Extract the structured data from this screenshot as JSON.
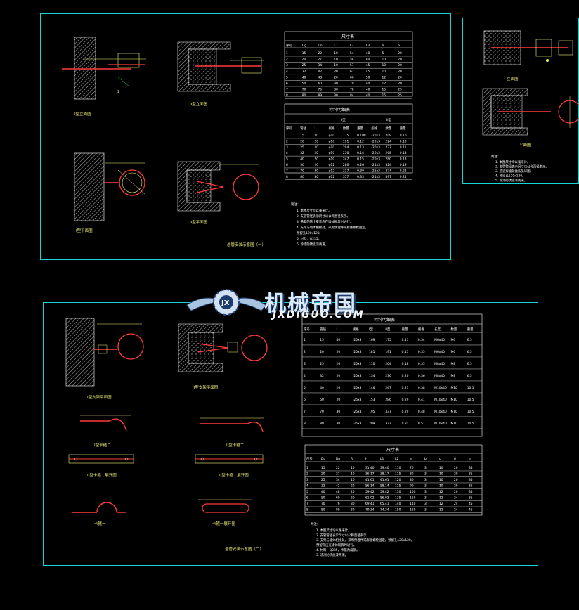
{
  "watermark": {
    "name": "机械帝国",
    "url": "JXDIGUO.COM"
  },
  "sheet1": {
    "views": [
      {
        "label": "I型立面图"
      },
      {
        "label": "II型立面图"
      },
      {
        "label": "I型平面图"
      },
      {
        "label": "II型平面图"
      }
    ],
    "title": "悬管安装示意图（一）",
    "table1": {
      "title": "尺寸表",
      "headers": [
        "序号",
        "Dg",
        "Dn",
        "L1",
        "L2",
        "L3",
        "a",
        "b"
      ],
      "rows": [
        [
          "1",
          "15",
          "22",
          "10",
          "54",
          "40",
          "5",
          "20"
        ],
        [
          "2",
          "20",
          "27",
          "10",
          "54",
          "40",
          "10",
          "20"
        ],
        [
          "3",
          "25",
          "34",
          "10",
          "57",
          "45",
          "10",
          "20"
        ],
        [
          "4",
          "32",
          "42",
          "20",
          "62",
          "45",
          "10",
          "20"
        ],
        [
          "5",
          "40",
          "48",
          "20",
          "66",
          "50",
          "12",
          "20"
        ],
        [
          "6",
          "50",
          "60",
          "30",
          "70",
          "40",
          "12",
          "20"
        ],
        [
          "7",
          "70",
          "76",
          "30",
          "78",
          "40",
          "15",
          "25"
        ],
        [
          "8",
          "80",
          "89",
          "30",
          "84",
          "40",
          "15",
          "25"
        ]
      ]
    },
    "table2": {
      "title": "材料明细表",
      "group1": "I型",
      "group2": "II型",
      "headers": [
        "序号",
        "管径",
        "L",
        "规格",
        "数量",
        "重量",
        "规格",
        "数量",
        "重量"
      ],
      "rows": [
        [
          "1",
          "15",
          "20",
          "φ10",
          "175",
          "0.108",
          "-20x3",
          "209",
          "0.10"
        ],
        [
          "2",
          "20",
          "20",
          "φ10",
          "191",
          "0.12",
          "-20x3",
          "224",
          "0.10"
        ],
        [
          "3",
          "25",
          "20",
          "φ10",
          "204",
          "0.13",
          "-20x3",
          "237",
          "0.11"
        ],
        [
          "4",
          "32",
          "20",
          "φ10",
          "236",
          "0.14",
          "-20x3",
          "268",
          "0.13"
        ],
        [
          "5",
          "40",
          "20",
          "φ10",
          "247",
          "0.15",
          "-20x3",
          "280",
          "0.13"
        ],
        [
          "6",
          "50",
          "20",
          "φ12",
          "286",
          "0.26",
          "-25x3",
          "324",
          "0.19"
        ],
        [
          "7",
          "70",
          "30",
          "φ12",
          "337",
          "0.30",
          "-25x3",
          "374",
          "0.22"
        ],
        [
          "8",
          "80",
          "30",
          "φ12",
          "377",
          "0.33",
          "-25x3",
          "397",
          "0.24"
        ]
      ]
    },
    "notes_title": "附注：",
    "notes": [
      "1. 本图尺寸均以毫米计。",
      "2. 支管管径表示尺寸以公称直径表示。",
      "3. 悬臂的管卡安装应在墙体砌筑时进行。",
      "4. 支架与墙体相接处，采用预埋件或膨胀螺栓固定，",
      "   预留孔120x120。",
      "5. 材料：Q235。",
      "6. 涂漆防锈底漆两道。"
    ]
  },
  "sheet2": {
    "views": [
      {
        "label": "立面图"
      },
      {
        "label": "平面图"
      }
    ],
    "notes_title": "附注：",
    "notes": [
      "1. 本图尺寸均以毫米计。",
      "2. 支管管径表示尺寸以公称直径表示。",
      "3. 管道穿墙处做法见详图。",
      "4. 预留孔120x120。",
      "5. 涂漆防锈底漆两道。"
    ]
  },
  "sheet3": {
    "views": [
      {
        "label": "I型支架平面图"
      },
      {
        "label": "II型支架平面图"
      },
      {
        "label": "I型卡箍二"
      },
      {
        "label": "II型卡箍二"
      },
      {
        "label": "II型卡箍二展开图"
      },
      {
        "label": "II型卡箍二展开图"
      },
      {
        "label": "卡箍一"
      },
      {
        "label": "卡箍一展开图"
      }
    ],
    "title": "悬管安装示意图（二）",
    "table1": {
      "title": "材料明细表",
      "headers": [
        "序号",
        "管径",
        "L",
        "规格",
        "I型",
        "II型",
        "重量",
        "规格",
        "长度",
        "数量",
        "重量"
      ],
      "rows": [
        [
          "1",
          "15",
          "40",
          "-20x3",
          "169",
          "175",
          "0.17",
          "0.34",
          "M6x40",
          "M6",
          "6.5"
        ],
        [
          "2",
          "20",
          "20",
          "-20x3",
          "181",
          "191",
          "0.17",
          "0.35",
          "M6x40",
          "M6",
          "6.5"
        ],
        [
          "3",
          "25",
          "20",
          "-20x3",
          "110",
          "204",
          "0.18",
          "0.35",
          "M8x40",
          "M8",
          "6.5"
        ],
        [
          "4",
          "32",
          "20",
          "-20x3",
          "134",
          "236",
          "0.20",
          "0.36",
          "M8x40",
          "M8",
          "6.5"
        ],
        [
          "5",
          "40",
          "20",
          "-20x3",
          "146",
          "247",
          "0.21",
          "0.38",
          "M10x40",
          "M10",
          "10.5"
        ],
        [
          "6",
          "50",
          "20",
          "-25x3",
          "153",
          "286",
          "0.29",
          "0.41",
          "M10x40",
          "M10",
          "10.5"
        ],
        [
          "7",
          "70",
          "30",
          "-25x3",
          "195",
          "337",
          "0.29",
          "0.48",
          "M10x40",
          "M10",
          "10.5"
        ],
        [
          "8",
          "80",
          "30",
          "-25x3",
          "209",
          "377",
          "0.31",
          "0.51",
          "M10x40",
          "M10",
          "10.5"
        ]
      ]
    },
    "table2": {
      "title": "尺寸表",
      "headers": [
        "序号",
        "Dg",
        "Dn",
        "R",
        "H",
        "L1",
        "L2",
        "a",
        "b",
        "c",
        "d",
        "e"
      ],
      "rows": [
        [
          "1",
          "15",
          "22",
          "10",
          "31.40",
          "39.40",
          "110",
          "70",
          "3",
          "10",
          "20",
          "35"
        ],
        [
          "2",
          "20",
          "27",
          "10",
          "36.17",
          "38.17",
          "115",
          "80",
          "3",
          "10",
          "20",
          "35"
        ],
        [
          "3",
          "25",
          "34",
          "10",
          "41.61",
          "41.61",
          "120",
          "80",
          "3",
          "10",
          "20",
          "35"
        ],
        [
          "4",
          "32",
          "42",
          "20",
          "56.14",
          "58.14",
          "125",
          "90",
          "3",
          "10",
          "20",
          "35"
        ],
        [
          "5",
          "40",
          "48",
          "20",
          "59.42",
          "59.42",
          "130",
          "100",
          "3",
          "12",
          "20",
          "35"
        ],
        [
          "6",
          "50",
          "60",
          "20",
          "61.02",
          "56.02",
          "135",
          "110",
          "3",
          "12",
          "24",
          "35"
        ],
        [
          "7",
          "70",
          "76",
          "30",
          "69.41",
          "65.41",
          "140",
          "110",
          "3",
          "12",
          "24",
          "45"
        ],
        [
          "8",
          "80",
          "89",
          "30",
          "79.34",
          "74.34",
          "150",
          "120",
          "3",
          "12",
          "24",
          "45"
        ]
      ]
    },
    "notes_title": "附注：",
    "notes": [
      "1. 本图尺寸均以毫米计。",
      "2. 支管管径表示尺寸以公称直径表示。",
      "3. 支架与墙体相接处，采用预埋件或膨胀螺栓固定，预留孔120x120。",
      "   预留孔应在墙体砌筑时进行。",
      "4. 材料：Q235，卡箍为扁钢。",
      "5. 涂漆防锈底漆两道。"
    ]
  }
}
